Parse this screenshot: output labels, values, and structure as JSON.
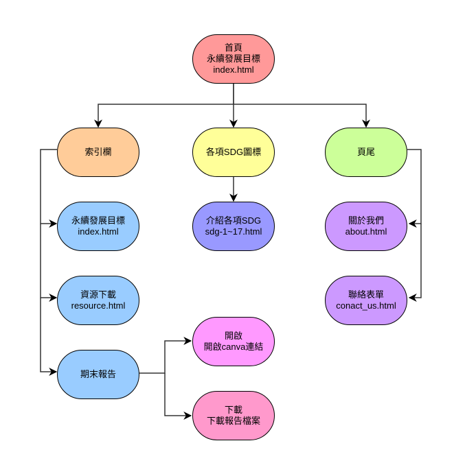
{
  "diagram": {
    "type": "flowchart",
    "nodes": [
      {
        "id": "home",
        "lines": [
          "首頁",
          "永續發展目標",
          "index.html"
        ],
        "fill": "#FF9999"
      },
      {
        "id": "navbar",
        "lines": [
          "索引欄"
        ],
        "fill": "#FFCC99"
      },
      {
        "id": "sdg-icons",
        "lines": [
          "各項SDG圖標"
        ],
        "fill": "#FFFF99"
      },
      {
        "id": "footer",
        "lines": [
          "頁尾"
        ],
        "fill": "#CCFF99"
      },
      {
        "id": "nav-sdg",
        "lines": [
          "永續發展目標",
          "index.html"
        ],
        "fill": "#99CCFF"
      },
      {
        "id": "sdg-intro",
        "lines": [
          "介紹各項SDG",
          "sdg-1~17.html"
        ],
        "fill": "#9999FF"
      },
      {
        "id": "about",
        "lines": [
          "關於我們",
          "about.html"
        ],
        "fill": "#CC99FF"
      },
      {
        "id": "resource",
        "lines": [
          "資源下載",
          "resource.html"
        ],
        "fill": "#99CCFF"
      },
      {
        "id": "contact",
        "lines": [
          "聯絡表單",
          "conact_us.html"
        ],
        "fill": "#CC99FF"
      },
      {
        "id": "final-report",
        "lines": [
          "期末報告"
        ],
        "fill": "#99CCFF"
      },
      {
        "id": "open-canva",
        "lines": [
          "開啟",
          "開啟canva連結"
        ],
        "fill": "#FF99FF"
      },
      {
        "id": "download-report",
        "lines": [
          "下載",
          "下載報告檔案"
        ],
        "fill": "#FF99CC"
      }
    ],
    "edges": [
      {
        "from": "home",
        "to": "navbar"
      },
      {
        "from": "home",
        "to": "sdg-icons"
      },
      {
        "from": "home",
        "to": "footer"
      },
      {
        "from": "sdg-icons",
        "to": "sdg-intro"
      },
      {
        "from": "navbar",
        "to": "nav-sdg"
      },
      {
        "from": "navbar",
        "to": "resource"
      },
      {
        "from": "navbar",
        "to": "final-report"
      },
      {
        "from": "footer",
        "to": "about"
      },
      {
        "from": "footer",
        "to": "contact"
      },
      {
        "from": "final-report",
        "to": "open-canva"
      },
      {
        "from": "final-report",
        "to": "download-report"
      }
    ]
  }
}
